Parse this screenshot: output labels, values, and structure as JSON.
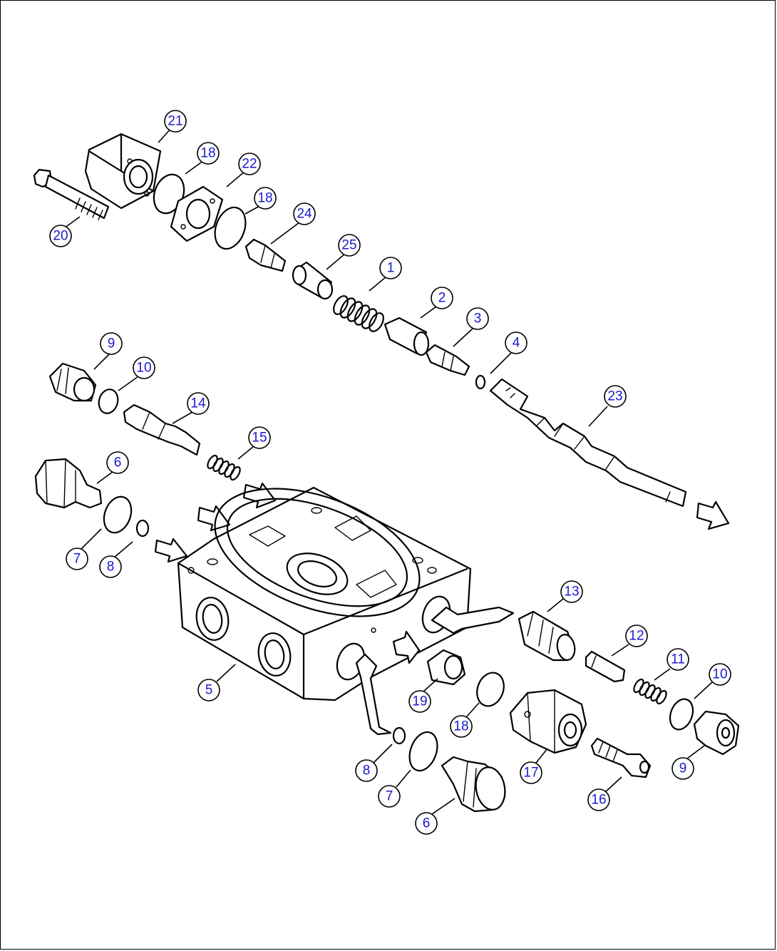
{
  "callouts": [
    {
      "label": "21"
    },
    {
      "label": "18"
    },
    {
      "label": "22"
    },
    {
      "label": "18"
    },
    {
      "label": "20"
    },
    {
      "label": "24"
    },
    {
      "label": "25"
    },
    {
      "label": "1"
    },
    {
      "label": "2"
    },
    {
      "label": "3"
    },
    {
      "label": "4"
    },
    {
      "label": "9"
    },
    {
      "label": "10"
    },
    {
      "label": "14"
    },
    {
      "label": "23"
    },
    {
      "label": "15"
    },
    {
      "label": "6"
    },
    {
      "label": "7"
    },
    {
      "label": "8"
    },
    {
      "label": "5"
    },
    {
      "label": "13"
    },
    {
      "label": "12"
    },
    {
      "label": "11"
    },
    {
      "label": "10"
    },
    {
      "label": "19"
    },
    {
      "label": "18"
    },
    {
      "label": "17"
    },
    {
      "label": "9"
    },
    {
      "label": "8"
    },
    {
      "label": "7"
    },
    {
      "label": "16"
    },
    {
      "label": "6"
    }
  ]
}
